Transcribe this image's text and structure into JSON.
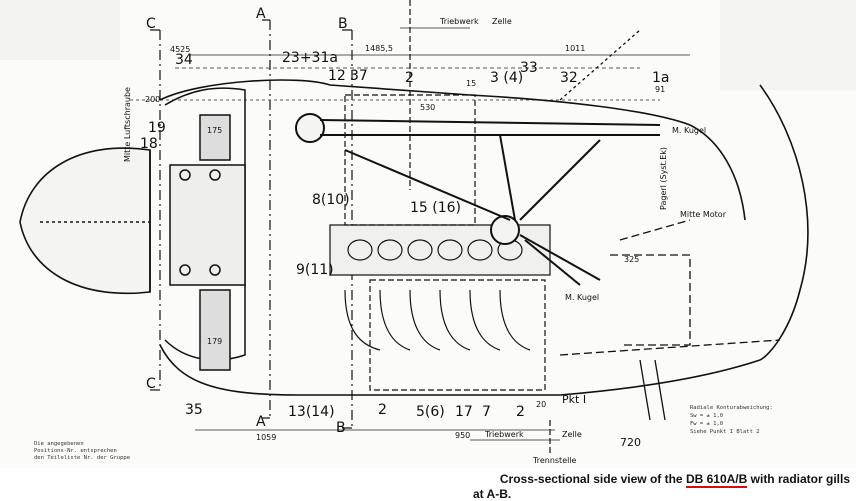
{
  "section_markers": {
    "a_top": "A",
    "a_bottom": "A",
    "b_top": "B",
    "b_bottom": "B",
    "c_top": "C",
    "c_bottom": "C"
  },
  "dims": {
    "d1485": "1485,5",
    "d1011": "1011",
    "d4525": "4525",
    "d530": "530",
    "d15": "15",
    "d200": "200",
    "d91": "91",
    "d175": "175",
    "d179": "179",
    "d325": "325",
    "d20": "20",
    "d1059": "1059",
    "d950": "950",
    "d720": "720"
  },
  "parts": {
    "p34": "34",
    "p23_31a": "23+31a",
    "p12": "12",
    "p37": "37",
    "p2_top": "2",
    "p3_4": "3 (4)",
    "p33": "33",
    "p32": "32",
    "p1a": "1a",
    "p19": "19",
    "p18": "18",
    "p8_10": "8(10)",
    "p15_16": "15 (16)",
    "p9_11": "9(11)",
    "p35": "35",
    "p13_14": "13(14)",
    "p2_b1": "2",
    "p5_6": "5(6)",
    "p17": "17",
    "p7": "7",
    "p2_b2": "2",
    "pkt": "Pkt I"
  },
  "annotations": {
    "triebwerk_top": "Triebwerk",
    "zelle_top": "Zelle",
    "triebwerk_bottom": "Triebwerk",
    "zelle_bottom": "Zelle",
    "trennstelle": "Trennstelle",
    "m_kugel_top": "M. Kugel",
    "m_kugel_bottom": "M. Kugel",
    "mitte_motor": "Mitte Motor",
    "mitte_luftschraube": "Mitte Luftschraube",
    "pagerl": "Pagerl (Syst.Ek)"
  },
  "notes_left": [
    "Die angegebenen",
    "Positions-Nr. entsprechen",
    "den Teileliste Nr. der Gruppe"
  ],
  "notes_right": [
    "Radiale Konturabweichung:",
    "Sw = ± 1,0",
    "Fw = ± 1,0",
    "Siehe Punkt I Blatt 2"
  ],
  "caption": {
    "before": "Cross-sectional side view of the ",
    "highlight": "DB 610A/B",
    "after": " with radiator gills",
    "line2": "at A-B."
  }
}
